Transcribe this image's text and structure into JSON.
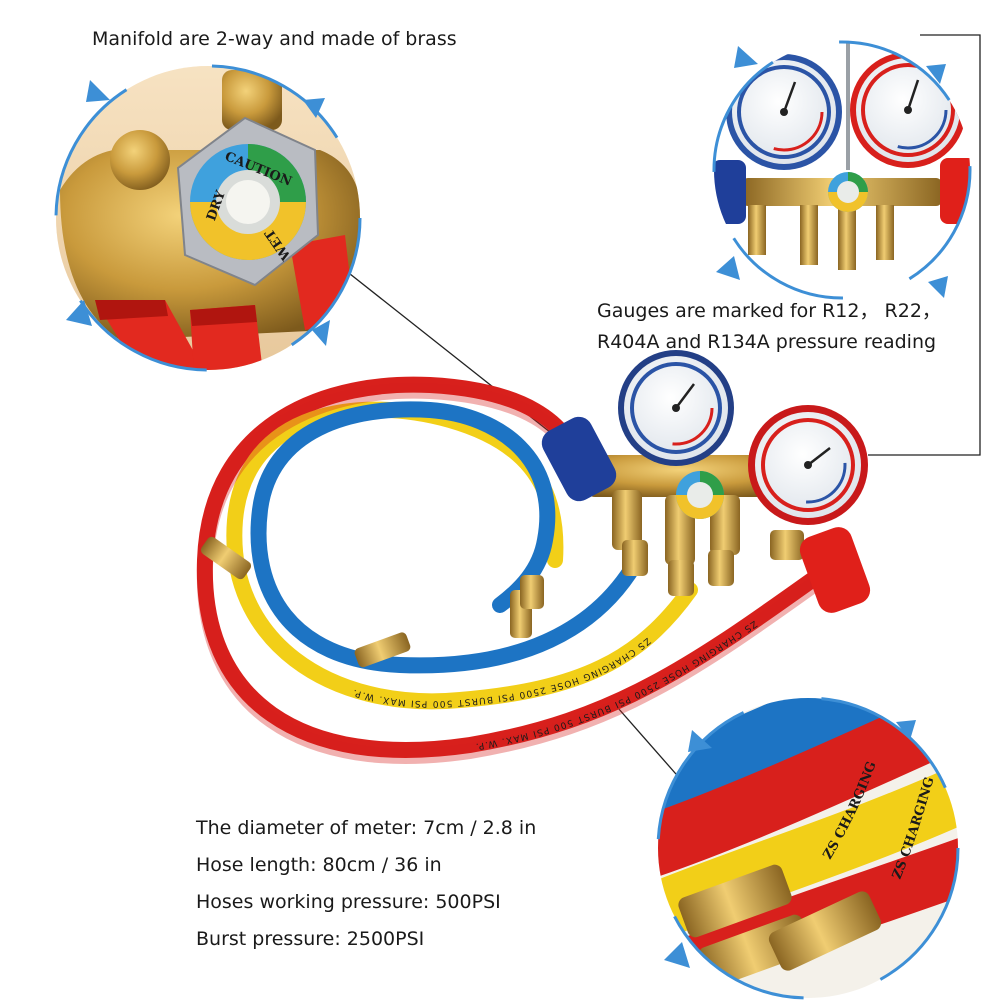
{
  "captions": {
    "manifold": "Manifold are 2-way and made of brass",
    "gauges_line1": "Gauges are marked for R12，  R22，",
    "gauges_line2": "R404A and R134A pressure reading"
  },
  "specs": [
    "The diameter of meter: 7cm / 2.8 in",
    "Hose length: 80cm / 36 in",
    "Hoses working pressure: 500PSI",
    "Burst pressure: 2500PSI"
  ],
  "sight_glass_labels": {
    "caution": "CAUTION",
    "dry": "DRY",
    "wet": "WET"
  },
  "hose_print": "ZS  CHARGING  HOSE  2500  PSI  BURST  500  PSI  MAX. W.P.",
  "hose_print_short": "ZS  CHARGING",
  "colors": {
    "accent_blue": "#3d8fd6",
    "hose_red": "#d8201c",
    "hose_yellow": "#f2cf18",
    "hose_blue": "#1d74c4",
    "brass": "#c99a3c",
    "knob_blue": "#1f3f9a",
    "knob_red": "#e0201a"
  },
  "icons": [
    "arrow-marker-icon"
  ]
}
